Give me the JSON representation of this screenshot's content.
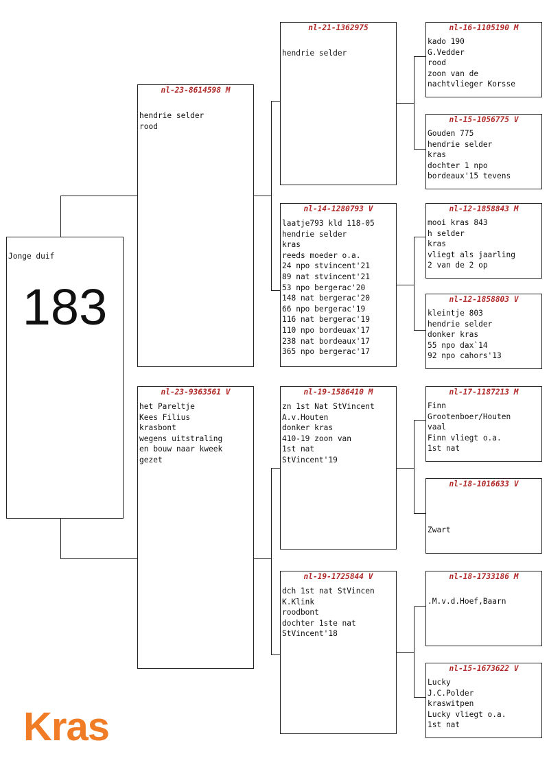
{
  "subject": {
    "label": "Jonge duif",
    "number": "183"
  },
  "father": {
    "ring": "nl-23-8614598 M",
    "lines": [
      "hendrie selder",
      "rood"
    ]
  },
  "mother": {
    "ring": "nl-23-9363561 V",
    "lines": [
      "het Pareltje",
      "Kees Filius",
      "krasbont",
      "wegens uitstraling",
      "en bouw naar kweek",
      "gezet"
    ]
  },
  "ff": {
    "ring": "nl-21-1362975",
    "lines": [
      "",
      "hendrie selder"
    ]
  },
  "fm": {
    "ring": "nl-14-1280793 V",
    "lines": [
      "laatje793 kld 118-05",
      "hendrie selder",
      "kras",
      "reeds moeder o.a.",
      "24 npo stvincent'21",
      "89 nat stvincent'21",
      "53 npo bergerac'20",
      "148 nat bergerac'20",
      "66 npo bergerac'19",
      "116 nat bergerac'19",
      "110 npo bordeuax'17",
      "238 nat bordeaux'17",
      "365 npo bergerac'17"
    ]
  },
  "mf": {
    "ring": "nl-19-1586410 M",
    "lines": [
      "zn 1st Nat StVincent",
      "A.v.Houten",
      "donker kras",
      "410-19 zoon van",
      "1st nat",
      "StVincent'19"
    ]
  },
  "mm": {
    "ring": "nl-19-1725844 V",
    "lines": [
      "dch 1st nat StVincen",
      "K.Klink",
      "roodbont",
      "dochter 1ste nat",
      "StVincent'18"
    ]
  },
  "fff": {
    "ring": "nl-16-1105190 M",
    "lines": [
      "kado 190",
      "G.Vedder",
      "rood",
      "zoon van de",
      "nachtvlieger Korsse"
    ]
  },
  "ffm": {
    "ring": "nl-15-1056775 V",
    "lines": [
      "Gouden 775",
      "hendrie selder",
      "kras",
      "dochter 1 npo",
      "bordeaux'15 tevens"
    ]
  },
  "fmf": {
    "ring": "nl-12-1858843 M",
    "lines": [
      "mooi kras 843",
      "h selder",
      "kras",
      "vliegt als jaarling",
      "2 van de 2 op"
    ]
  },
  "fmm": {
    "ring": "nl-12-1858803 V",
    "lines": [
      "kleintje 803",
      "hendrie selder",
      "donker kras",
      "55 npo dax`14",
      "92 npo cahors'13"
    ]
  },
  "mff": {
    "ring": "nl-17-1187213 M",
    "lines": [
      "Finn",
      "Grootenboer/Houten",
      "vaal",
      "Finn vliegt o.a.",
      "1st nat"
    ]
  },
  "mfm": {
    "ring": "nl-18-1016633 V",
    "lines": [
      "",
      "",
      "",
      "Zwart"
    ]
  },
  "mmf": {
    "ring": "nl-18-1733186 M",
    "lines": [
      "",
      ".M.v.d.Hoef,Baarn"
    ]
  },
  "mmm": {
    "ring": "nl-15-1673622 V",
    "lines": [
      "Lucky",
      "J.C.Polder",
      "kraswitpen",
      "Lucky vliegt o.a.",
      "1st nat"
    ]
  },
  "brand": {
    "logo_text": "Kras",
    "color": "#f07c26"
  },
  "colors": {
    "ring": "#b02828"
  }
}
